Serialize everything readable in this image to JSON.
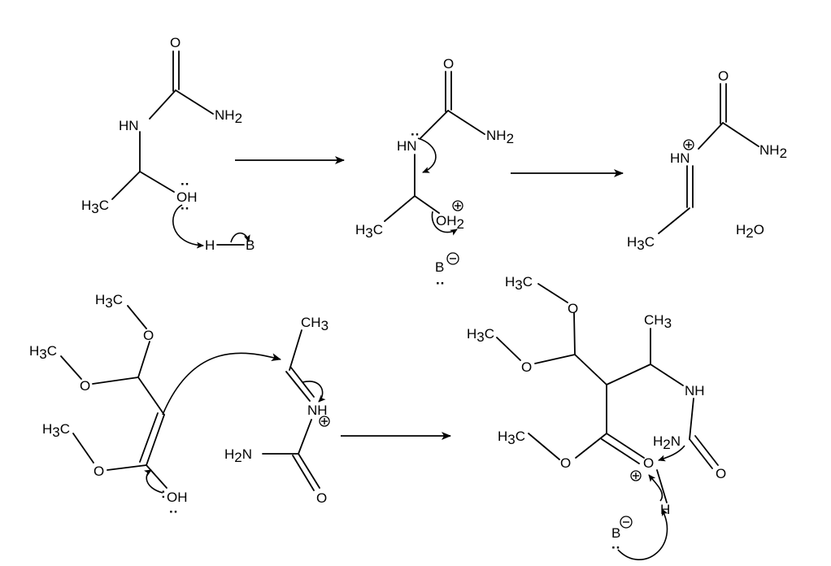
{
  "labels": {
    "o": "O",
    "oh": "OH",
    "hn": "HN",
    "nh": "NH",
    "nh2": "NH",
    "h2n": "H",
    "h3c": "H",
    "ch3": "CH",
    "h": "H",
    "b": "B",
    "h2o": "H",
    "h2o_o": "O",
    "n": "N",
    "sub2": "2",
    "sub3": "3",
    "oh2_o": "OH"
  },
  "colors": {
    "ink": "#000000",
    "background": "#ffffff"
  },
  "icons": {
    "reaction_arrow": "straight-arrow",
    "electron_push": "curved-arrow",
    "plus_charge": "circled-plus",
    "minus_charge": "circled-minus"
  }
}
